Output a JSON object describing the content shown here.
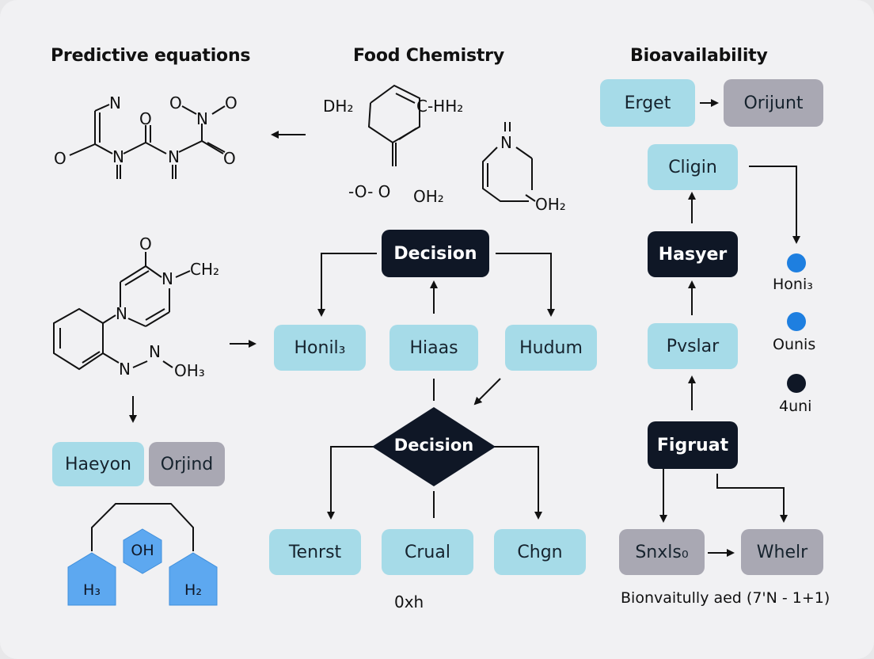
{
  "headings": {
    "left": "Predictive equations",
    "center": "Food Chemistry",
    "right": "Bioavailability"
  },
  "chem_labels": {
    "m1_n_top": "N",
    "m1_o_top": "O",
    "m1_o_left": "O",
    "m1_n_mid": "N",
    "m1_n_right": "N",
    "m1_o_right": "O",
    "m1_o_tl": "O",
    "m1_o_tr": "O",
    "m1_n_tr": "N",
    "m2_dh2": "DH₂",
    "m2_hh2": "C-HH₂",
    "m2_oo": "-O- O",
    "m2_oh2": "OH₂",
    "m3_n": "N",
    "m3_oh2": "OH₂",
    "m4_o": "O",
    "m4_n1": "N",
    "m4_ch2": "CH₂",
    "m4_n2": "N",
    "m4_n3": "N",
    "m4_n4": "N",
    "m4_oh3": "OH₃"
  },
  "left_boxes": {
    "haeyon": "Haeyon",
    "orjind": "Orjind"
  },
  "hexagons": {
    "oh": "OH",
    "h3": "H₃",
    "h2": "H₂"
  },
  "flow": {
    "decision_top": "Decision",
    "honil": "Honil₃",
    "hiaas": "Hiaas",
    "hudum": "Hudum",
    "decision_diamond": "Decision",
    "tenrst": "Tenrst",
    "crual": "Crual",
    "chgn": "Chgn",
    "caption": "0xh"
  },
  "right_flow": {
    "erget": "Erget",
    "orjunt": "Orijunt",
    "cligin": "Cligin",
    "hasyer": "Hasyer",
    "pvslar": "Pvslar",
    "figruat": "Figruat",
    "snxls": "Snxls₀",
    "whelr": "Whelr",
    "caption": "Bionvaitully aed (7'N - 1+1)"
  },
  "legend": [
    {
      "label": "Honi₃",
      "color": "#1e7fe0"
    },
    {
      "label": "Ounis",
      "color": "#1e7fe0"
    },
    {
      "label": "4uni",
      "color": "#0f1726"
    }
  ]
}
